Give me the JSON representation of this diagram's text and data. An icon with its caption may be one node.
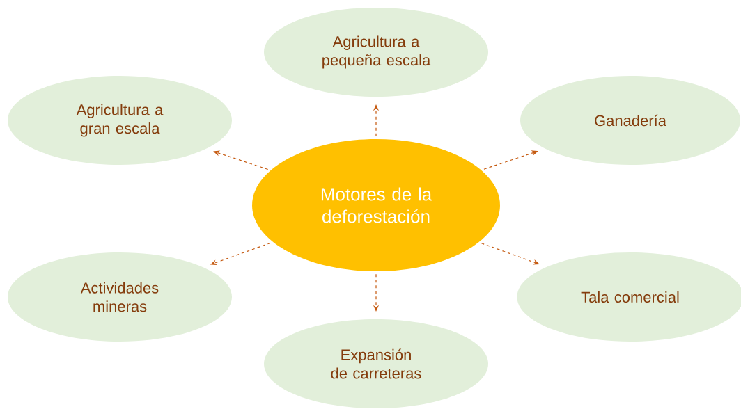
{
  "diagram": {
    "nodes": [
      {
        "text": [
          "Agricultura a pequeña escala"
        ]
      },
      {
        "text": [
          "Agricultura a gran escala"
        ]
      },
      {
        "text": [
          "Ganadería"
        ]
      },
      {
        "text": [
          "Motores de la deforestación"
        ]
      },
      {
        "text": [
          "Actividades mineras"
        ]
      },
      {
        "text": [
          "Tala comercial"
        ]
      },
      {
        "text": [
          "Expansión de carreteras"
        ]
      }
    ],
    "edges": [
      {
        "from": 3,
        "to": 0,
        "arrow": "to",
        "style": "dashed"
      },
      {
        "from": 3,
        "to": 1,
        "arrow": "to",
        "style": "dashed"
      },
      {
        "from": 3,
        "to": 2,
        "arrow": "to",
        "style": "dashed"
      },
      {
        "from": 3,
        "to": 4,
        "arrow": "to",
        "style": "dashed"
      },
      {
        "from": 3,
        "to": 5,
        "arrow": "to",
        "style": "dashed"
      },
      {
        "from": 3,
        "to": 6,
        "arrow": "to",
        "style": "dashed"
      }
    ]
  }
}
